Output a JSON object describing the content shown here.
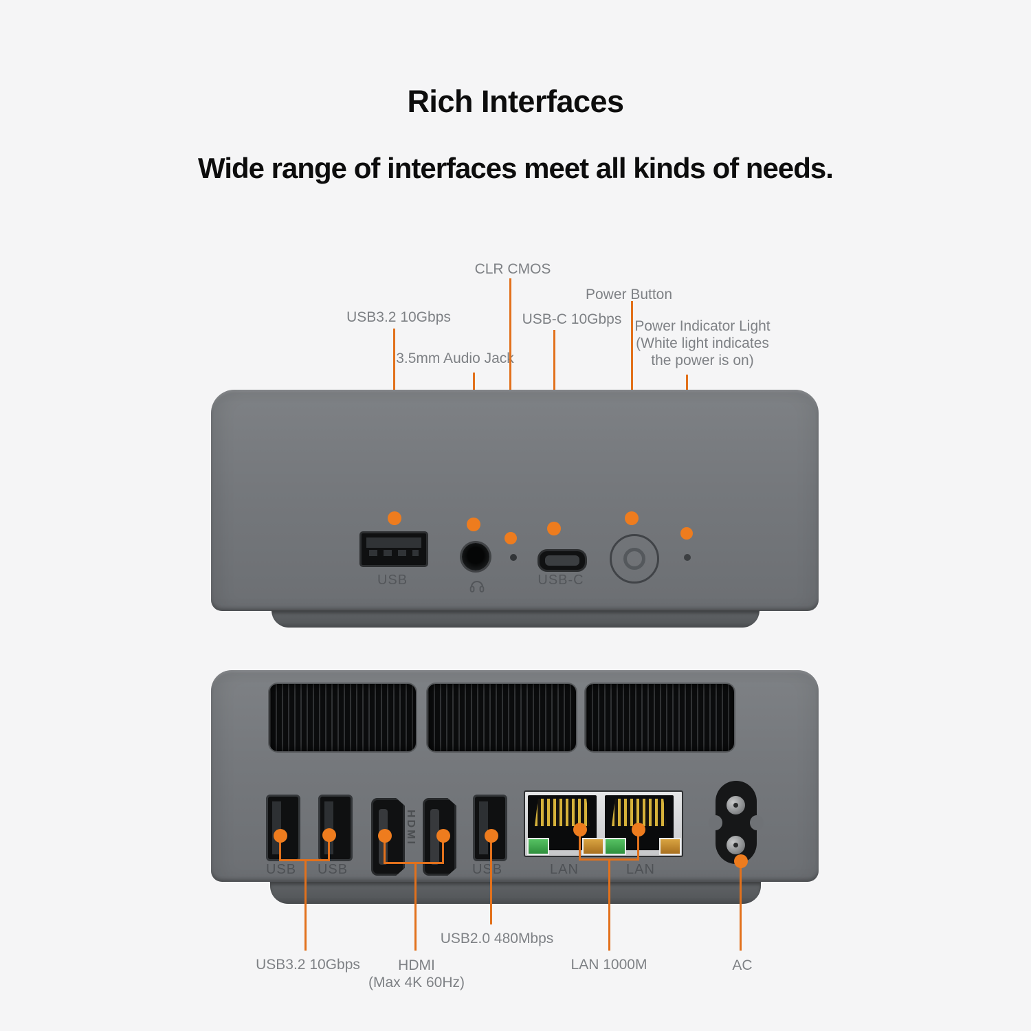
{
  "colors": {
    "accent_line": "#e2711c",
    "accent_dot": "#ee7c1e",
    "background": "#f5f5f6",
    "device_gray": "#75787c",
    "callout_text": "#7e8185"
  },
  "header": {
    "title": "Rich Interfaces",
    "subtitle": "Wide range of interfaces meet all kinds of needs."
  },
  "front": {
    "callout_usb": "USB3.2 10Gbps",
    "callout_audio": "3.5mm Audio Jack",
    "callout_cmos": "CLR CMOS",
    "callout_usbc": "USB-C 10Gbps",
    "callout_power": "Power Button",
    "ind_line1": "Power Indicator Light",
    "ind_line2": "(White light indicates",
    "ind_line3": "the power is on)",
    "label_usb": "USB",
    "label_usbc": "USB-C"
  },
  "back": {
    "label_usb1": "USB",
    "label_usb2": "USB",
    "label_hdmi_port": "HDMI",
    "label_usb3": "USB",
    "label_lan1": "LAN",
    "label_lan2": "LAN",
    "callout_usb32": "USB3.2 10Gbps",
    "callout_hdmi1": "HDMI",
    "callout_hdmi2": "(Max 4K 60Hz)",
    "callout_usb20": "USB2.0 480Mbps",
    "callout_lan": "LAN 1000M",
    "callout_ac": "AC"
  }
}
